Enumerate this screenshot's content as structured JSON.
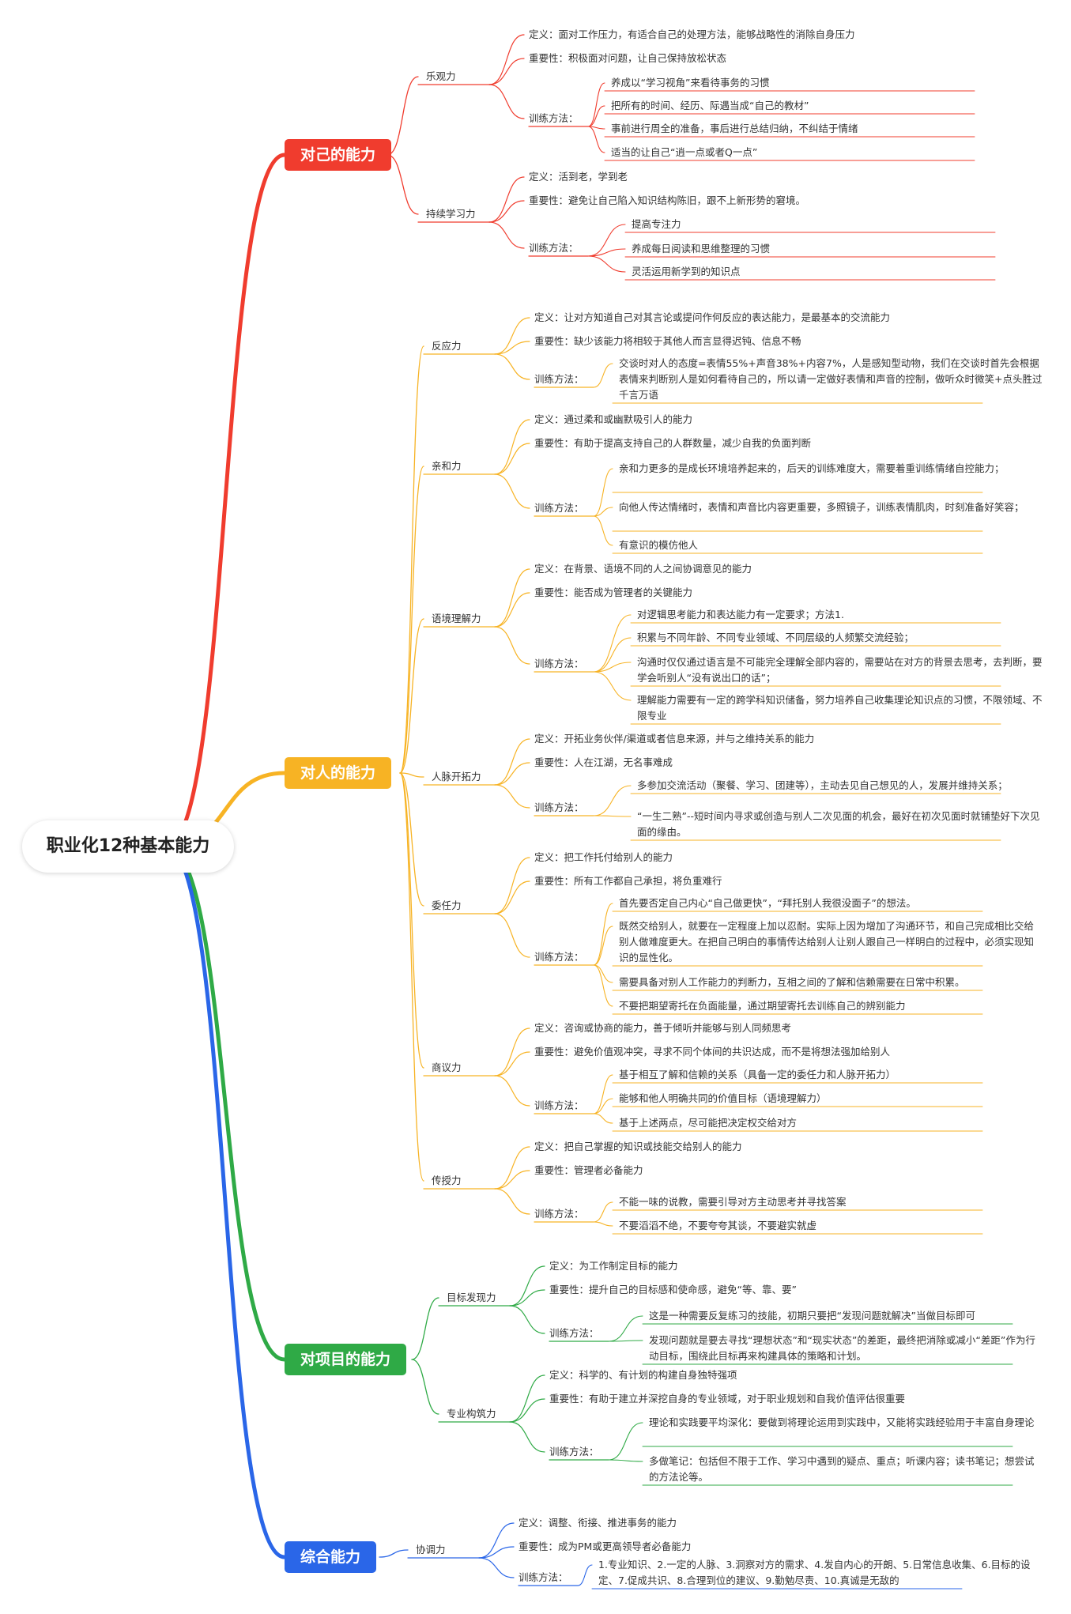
{
  "root": "职业化12种基本能力",
  "colors": {
    "self": "#f03c2e",
    "people": "#f7b324",
    "project": "#2faa46",
    "general": "#2a66e8"
  },
  "labels": {
    "definition": "定义：",
    "importance": "重要性：",
    "training": "训练方法："
  },
  "branches": [
    {
      "name": "对己的能力",
      "topics": [
        {
          "name": "乐观力",
          "definition": "面对工作压力，有适合自己的处理方法，能够战略性的消除自身压力",
          "importance": "积极面对问题，让自己保持放松状态",
          "methods": [
            "养成以“学习视角”来看待事务的习惯",
            "把所有的时间、经历、际遇当成“自己的教材”",
            "事前进行周全的准备，事后进行总结归纳，不纠结于情绪",
            "适当的让自己“逍一点或者Q一点”"
          ]
        },
        {
          "name": "持续学习力",
          "definition": "活到老，学到老",
          "importance": "避免让自己陷入知识结构陈旧，跟不上新形势的窘境。",
          "methods": [
            "提高专注力",
            "养成每日阅读和思维整理的习惯",
            "灵活运用新学到的知识点"
          ]
        }
      ]
    },
    {
      "name": "对人的能力",
      "topics": [
        {
          "name": "反应力",
          "definition": "让对方知道自己对其言论或提问作何反应的表达能力，是最基本的交流能力",
          "importance": "缺少该能力将相较于其他人而言显得迟钝、信息不畅",
          "methods": [
            "交谈时对人的态度=表情55%+声音38%+内容7%，人是感知型动物，我们在交谈时首先会根据表情来判断别人是如何看待自己的，所以请一定做好表情和声音的控制，做听众时微笑+点头胜过千言万语"
          ]
        },
        {
          "name": "亲和力",
          "definition": "通过柔和或幽默吸引人的能力",
          "importance": "有助于提高支持自己的人群数量，减少自我的负面判断",
          "methods": [
            "亲和力更多的是成长环境培养起来的，后天的训练难度大，需要着重训练情绪自控能力；",
            "向他人传达情绪时，表情和声音比内容更重要，多照镜子，训练表情肌肉，时刻准备好笑容；",
            "有意识的模仿他人"
          ]
        },
        {
          "name": "语境理解力",
          "definition": "在背景、语境不同的人之间协调意见的能力",
          "importance": "能否成为管理者的关键能力",
          "methods": [
            "对逻辑思考能力和表达能力有一定要求；方法1.",
            "积累与不同年龄、不同专业领域、不同层级的人频繁交流经验；",
            "沟通时仅仅通过语言是不可能完全理解全部内容的，需要站在对方的背景去思考，去判断，要学会听别人“没有说出口的话”；",
            "理解能力需要有一定的跨学科知识储备，努力培养自己收集理论知识点的习惯，不限领域、不限专业"
          ]
        },
        {
          "name": "人脉开拓力",
          "definition": "开拓业务伙伴/渠道或者信息来源，并与之维持关系的能力",
          "importance": "人在江湖，无名事难成",
          "methods": [
            "多参加交流活动（聚餐、学习、团建等），主动去见自己想见的人，发展并维持关系；",
            "“一生二熟”--短时间内寻求或创造与别人二次见面的机会，最好在初次见面时就铺垫好下次见面的缘由。"
          ]
        },
        {
          "name": "委任力",
          "definition": "把工作托付给别人的能力",
          "importance": "所有工作都自己承担，将负重难行",
          "methods": [
            "首先要否定自己内心“自己做更快”，“拜托别人我很没面子”的想法。",
            "既然交给别人，就要在一定程度上加以忍耐。实际上因为增加了沟通环节，和自己完成相比交给别人做难度更大。在把自己明白的事情传达给别人让别人跟自己一样明白的过程中，必须实现知识的显性化。",
            "需要具备对别人工作能力的判断力，互相之间的了解和信赖需要在日常中积累。",
            "不要把期望寄托在负面能量，通过期望寄托去训练自己的辨别能力"
          ]
        },
        {
          "name": "商议力",
          "definition": "咨询或协商的能力，善于倾听并能够与别人同频思考",
          "importance": "避免价值观冲突，寻求不同个体间的共识达成，而不是将想法强加给别人",
          "methods": [
            "基于相互了解和信赖的关系（具备一定的委任力和人脉开拓力）",
            "能够和他人明确共同的价值目标（语境理解力）",
            "基于上述两点，尽可能把决定权交给对方"
          ]
        },
        {
          "name": "传授力",
          "definition": "把自己掌握的知识或技能交给别人的能力",
          "importance": "管理者必备能力",
          "methods": [
            "不能一味的说教，需要引导对方主动思考并寻找答案",
            "不要滔滔不绝，不要夸夸其谈，不要避实就虚"
          ]
        }
      ]
    },
    {
      "name": "对项目的能力",
      "topics": [
        {
          "name": "目标发现力",
          "definition": "为工作制定目标的能力",
          "importance": "提升自己的目标感和使命感，避免“等、靠、要”",
          "methods": [
            "这是一种需要反复练习的技能，初期只要把“发现问题就解决”当做目标即可",
            "发现问题就是要去寻找“理想状态”和“现实状态”的差距，最终把消除或减小“差距”作为行动目标，围绕此目标再来构建具体的策略和计划。"
          ]
        },
        {
          "name": "专业构筑力",
          "definition": "科学的、有计划的构建自身独特强项",
          "importance": "有助于建立并深挖自身的专业领域，对于职业规划和自我价值评估很重要",
          "methods": [
            "理论和实践要平均深化：要做到将理论运用到实践中，又能将实践经验用于丰富自身理论",
            "多做笔记：包括但不限于工作、学习中遇到的疑点、重点；听课内容；读书笔记；想尝试的方法论等。"
          ]
        }
      ]
    },
    {
      "name": "综合能力",
      "topics": [
        {
          "name": "协调力",
          "definition": "调整、衔接、推进事务的能力",
          "importance": "成为PM或更高领导者必备能力",
          "methods": [
            "1.专业知识、2.一定的人脉、3.洞察对方的需求、4.发自内心的开朗、5.日常信息收集、6.目标的设定、7.促成共识、8.合理到位的建议、9.勤勉尽责、10.真诚是无敌的"
          ]
        }
      ]
    }
  ]
}
